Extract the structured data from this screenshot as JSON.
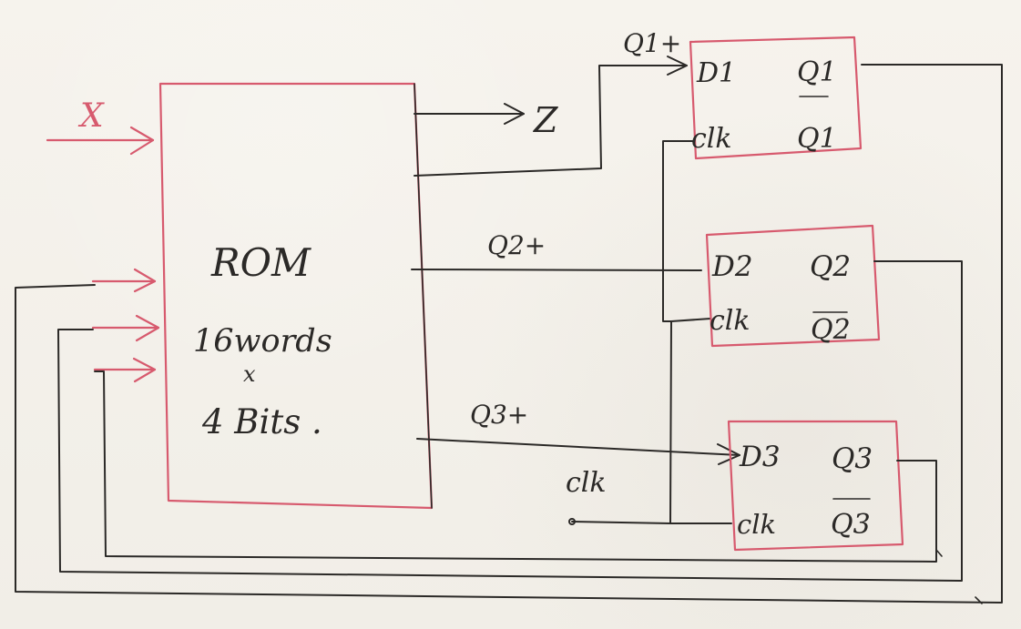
{
  "rom": {
    "title": "ROM",
    "size_line1": "16words",
    "size_mult": "x",
    "size_line2": "4 Bits ."
  },
  "inputs": {
    "x_label": "X"
  },
  "outputs": {
    "z_label": "Z",
    "q1_plus": "Q1+",
    "q2_plus": "Q2+",
    "q3_plus": "Q3+",
    "clk_label": "clk"
  },
  "flipflops": [
    {
      "d": "D1",
      "q": "Q1",
      "qbar": "Q1",
      "clk": "clk"
    },
    {
      "d": "D2",
      "q": "Q2",
      "qbar": "Q2",
      "clk": "clk"
    },
    {
      "d": "D3",
      "q": "Q3",
      "qbar": "Q3",
      "clk": "clk"
    }
  ],
  "colors": {
    "red": "#d75a6e",
    "black": "#2b2927",
    "paper": "#f4f1ea"
  }
}
